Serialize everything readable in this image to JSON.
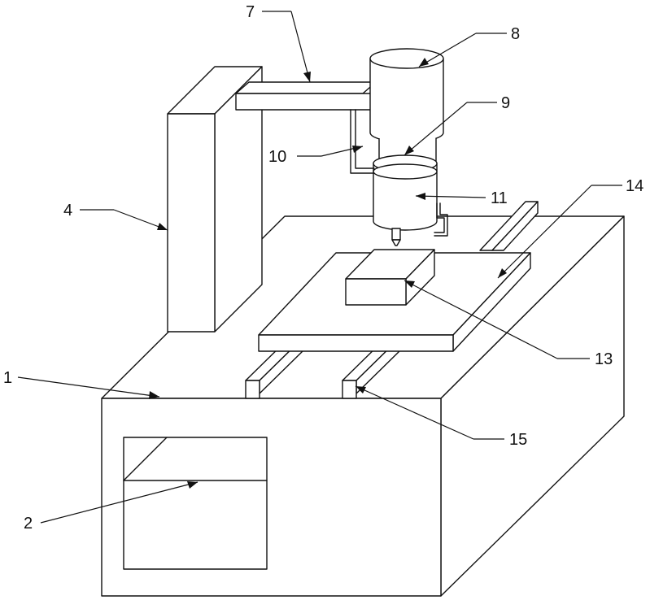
{
  "labels": {
    "base": "1",
    "panel": "2",
    "column": "4",
    "arm": "7",
    "motor": "8",
    "shaft": "9",
    "pipe": "10",
    "head": "11",
    "workpiece": "13",
    "table": "14",
    "rail": "15"
  }
}
